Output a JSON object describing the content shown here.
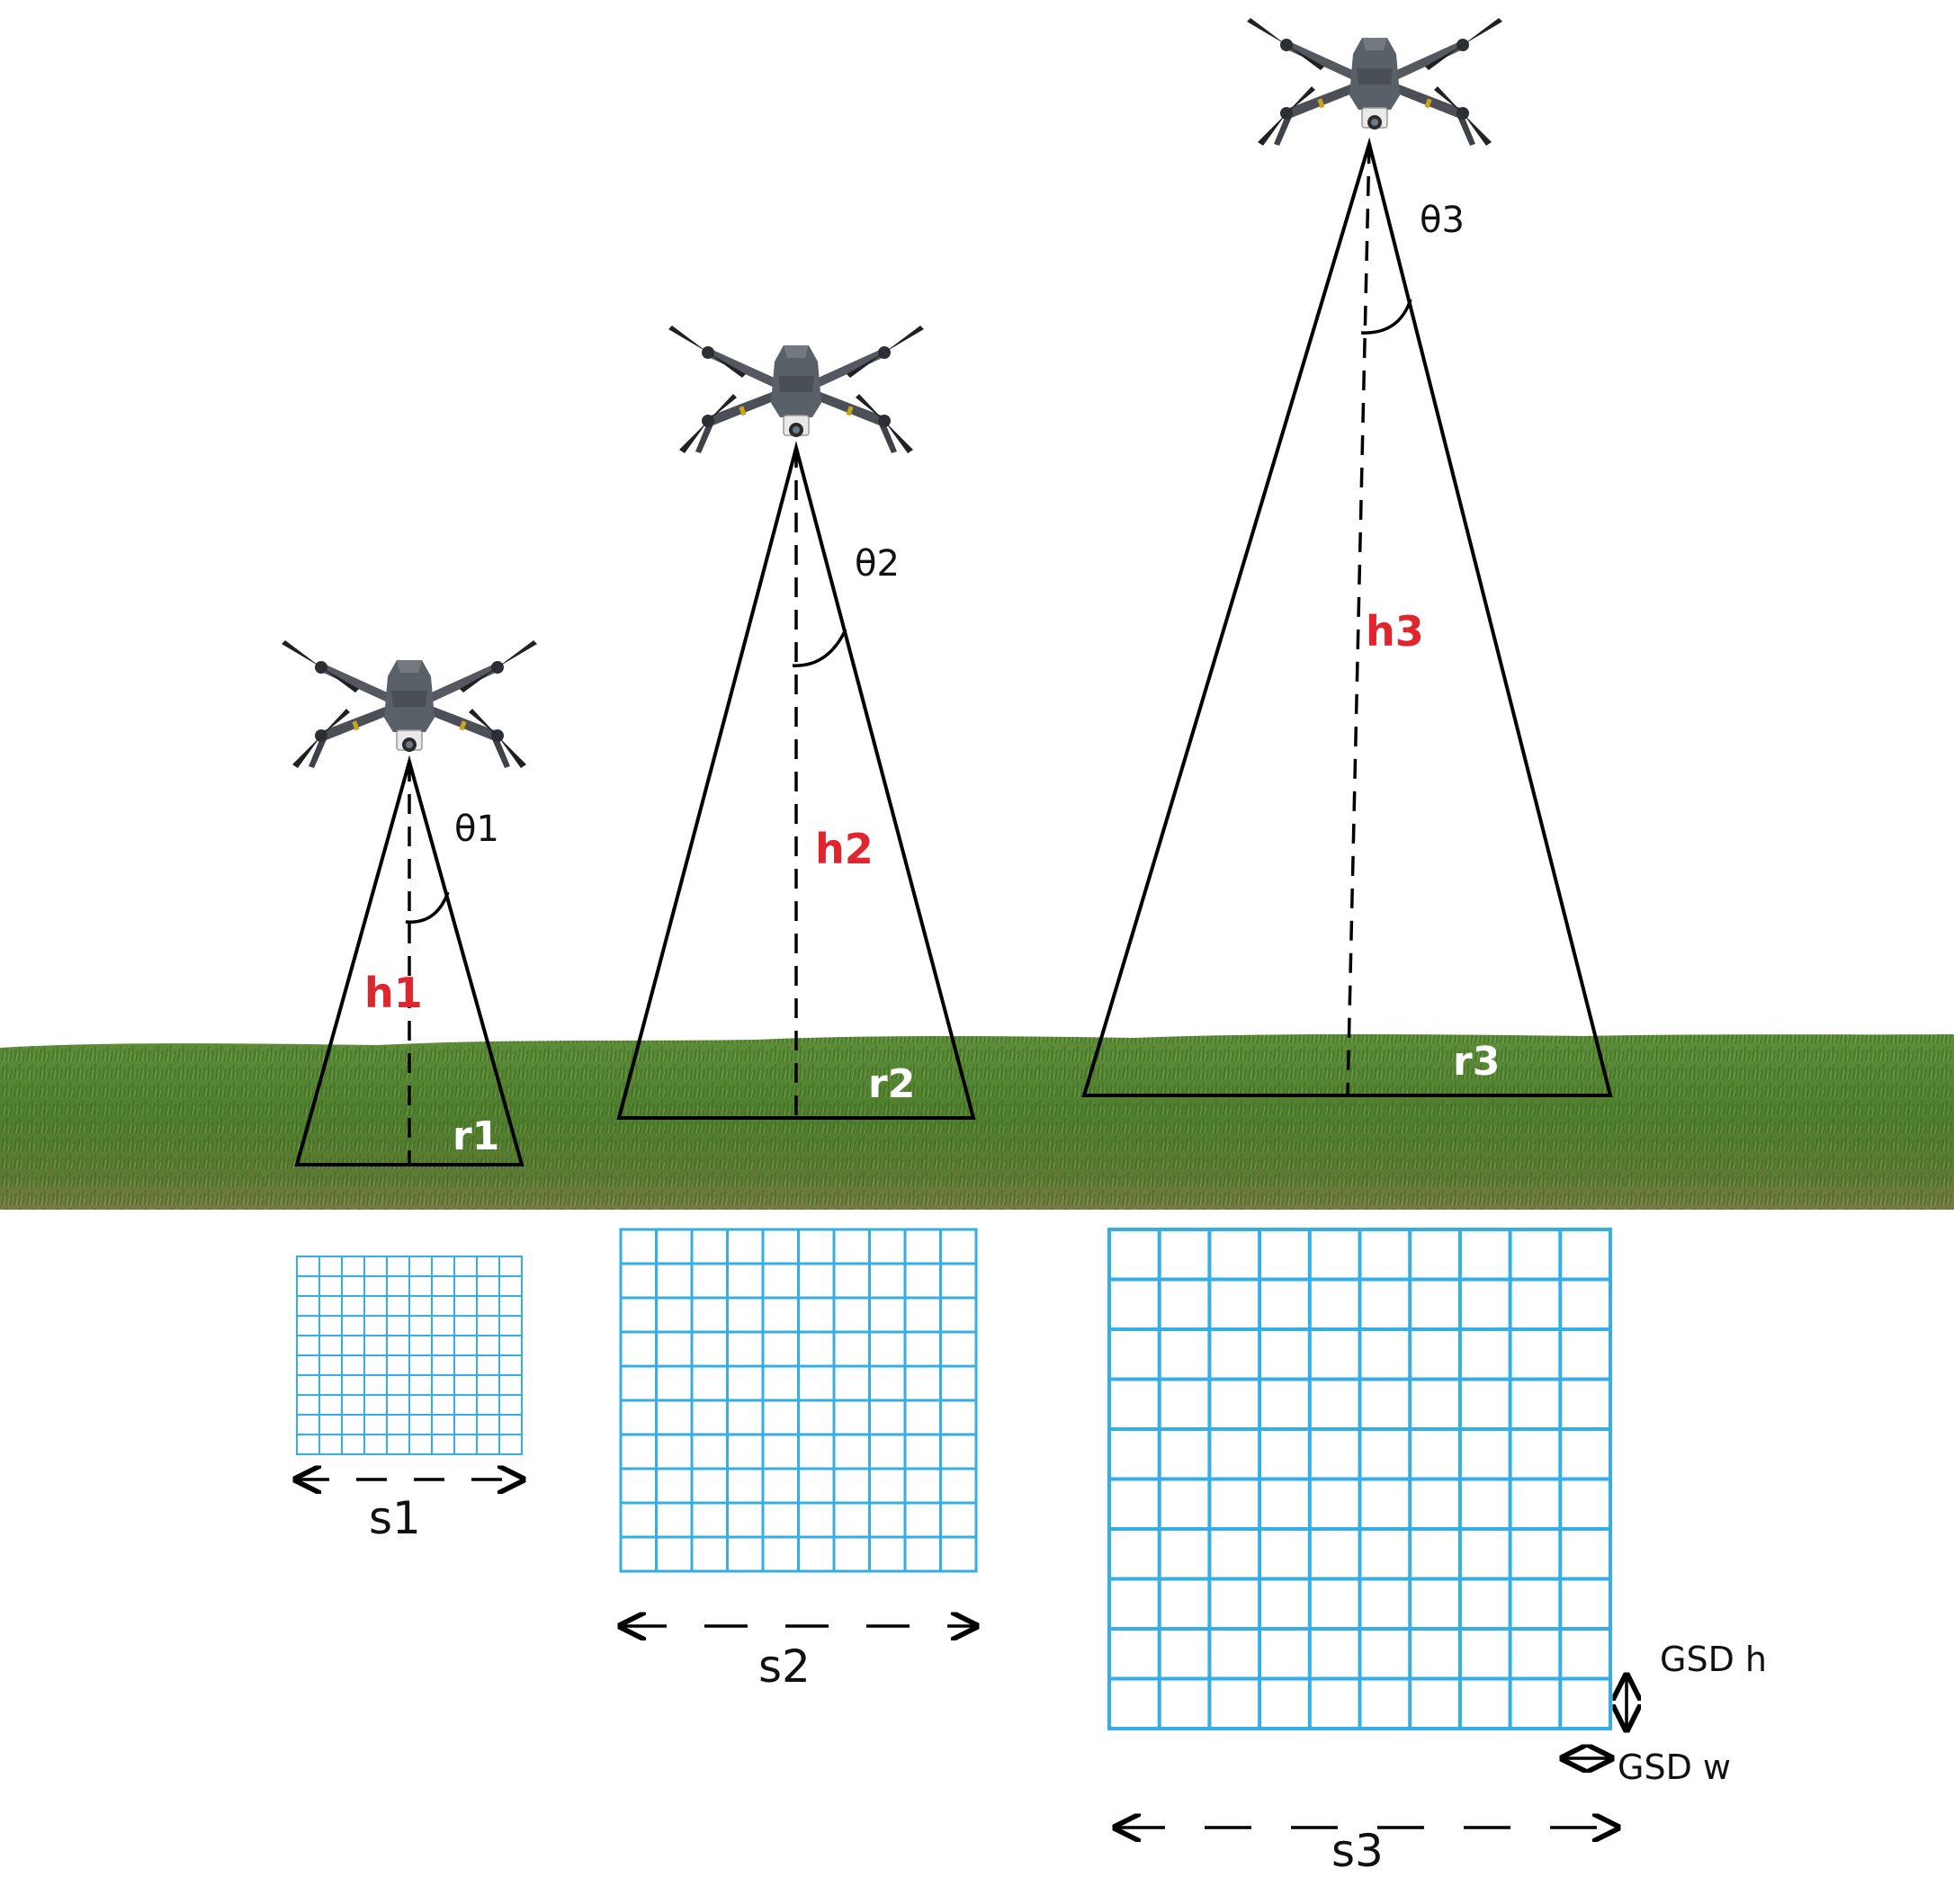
{
  "colors": {
    "grass": "#4a7a2c",
    "grid": "#35aee5",
    "height_label": "#e0252e",
    "radius_label": "#ffffff",
    "line": "#000000",
    "drone_body": "#5a6068"
  },
  "icons": [
    "drone-icon"
  ],
  "drones": [
    {
      "angle_label": "θ1",
      "height_label": "h1",
      "radius_label": "r1",
      "size_label": "s1"
    },
    {
      "angle_label": "θ2",
      "height_label": "h2",
      "radius_label": "r2",
      "size_label": "s2"
    },
    {
      "angle_label": "θ3",
      "height_label": "h3",
      "radius_label": "r3",
      "size_label": "s3"
    }
  ],
  "gsd": {
    "height_label": "GSD h",
    "width_label": "GSD w"
  }
}
